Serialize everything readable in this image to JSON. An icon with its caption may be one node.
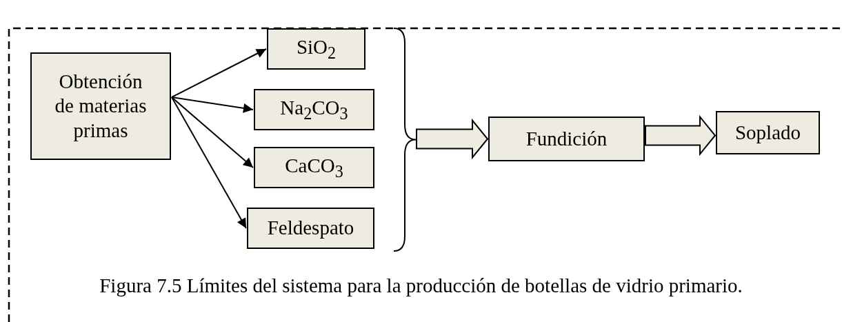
{
  "diagram": {
    "caption": "Figura 7.5 Límites del sistema para la producción de botellas de vidrio primario.",
    "nodes": [
      {
        "text": [
          "Obtención de materias primas"
        ]
      },
      {
        "text": [
          "SiO$_{2}$"
        ]
      },
      {
        "text": [
          "Na$_{2}$CO$_{3}$"
        ]
      },
      {
        "text": [
          "CaCO$_{3}$"
        ]
      },
      {
        "text": [
          "Feldespato"
        ]
      },
      {
        "text": [],
        "shape": "brace"
      },
      {
        "text": [
          "Fundición"
        ]
      },
      {
        "text": [
          "Soplado"
        ]
      }
    ],
    "edges": [
      {
        "from": 0,
        "to": 1,
        "arrow": "to"
      },
      {
        "from": 0,
        "to": 2,
        "arrow": "to"
      },
      {
        "from": 0,
        "to": 3,
        "arrow": "to"
      },
      {
        "from": 0,
        "to": 4,
        "arrow": "to"
      },
      {
        "from": 5,
        "to": 6,
        "arrow": "to"
      },
      {
        "from": 6,
        "to": 7,
        "arrow": "to"
      }
    ]
  }
}
